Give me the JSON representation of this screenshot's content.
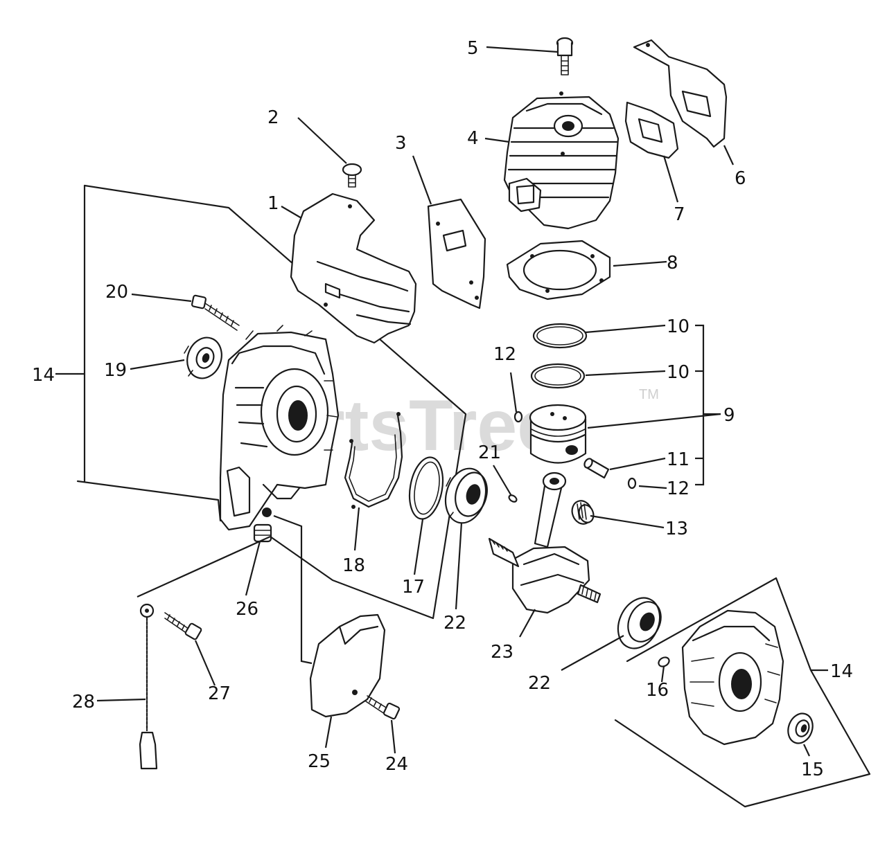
{
  "watermark": {
    "text": "PartsTree",
    "tm": "TM"
  },
  "callouts": {
    "c1": "1",
    "c2": "2",
    "c3": "3",
    "c4": "4",
    "c5": "5",
    "c6": "6",
    "c7": "7",
    "c8": "8",
    "c9": "9",
    "c10a": "10",
    "c10b": "10",
    "c11": "11",
    "c12a": "12",
    "c12b": "12",
    "c13": "13",
    "c14a": "14",
    "c14b": "14",
    "c15": "15",
    "c16": "16",
    "c17": "17",
    "c18": "18",
    "c19": "19",
    "c20": "20",
    "c21": "21",
    "c22a": "22",
    "c22b": "22",
    "c23": "23",
    "c24": "24",
    "c25": "25",
    "c26": "26",
    "c27": "27",
    "c28": "28"
  }
}
